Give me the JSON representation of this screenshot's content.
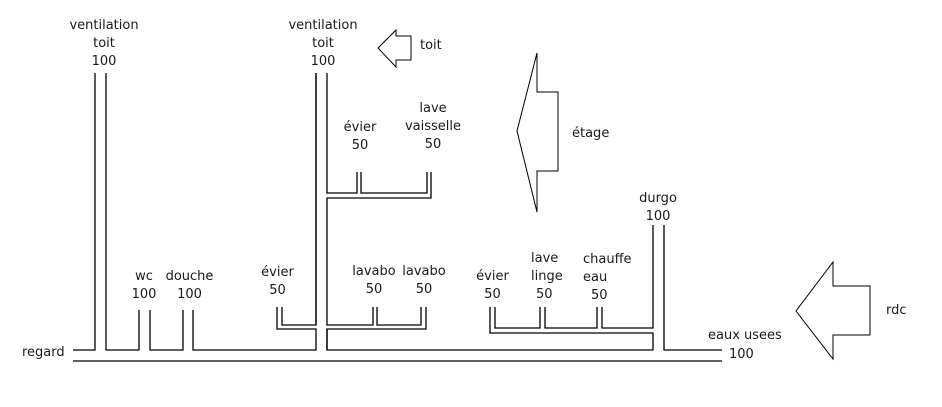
{
  "diagram": {
    "title": "",
    "labels": {
      "vent1": [
        "ventilation",
        "toit",
        "100"
      ],
      "vent2": [
        "ventilation",
        "toit",
        "100"
      ],
      "evier_etage": [
        "évier",
        "50"
      ],
      "lave_vaisselle": [
        "lave",
        "vaisselle",
        "50"
      ],
      "wc": [
        "wc",
        "100"
      ],
      "douche": [
        "douche",
        "100"
      ],
      "evier_rdc1": [
        "évier",
        "50"
      ],
      "lavabo1": [
        "lavabo",
        "50"
      ],
      "lavabo2": [
        "lavabo",
        "50"
      ],
      "evier_rdc2": [
        "évier",
        "50"
      ],
      "lave_linge": [
        "lave",
        "linge",
        "50"
      ],
      "chauffe_eau": [
        "chauffe",
        "eau",
        "50"
      ],
      "durgo": [
        "durgo",
        "100"
      ],
      "regard": "regard",
      "eaux_usees": "eaux usees",
      "eaux_usees_size": "100"
    },
    "levels": {
      "toit": "toit",
      "etage": "étage",
      "rdc": "rdc"
    },
    "line_color": "#000000"
  }
}
